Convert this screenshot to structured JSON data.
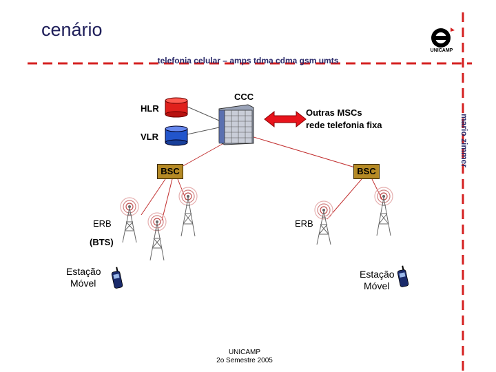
{
  "header": {
    "title": "cenário",
    "subtitle": "telefonia celular – amps tdma cdma gsm umts",
    "side_text": "mario zimmer",
    "logo_text": "UNICAMP"
  },
  "nodes": {
    "ccc": "CCC",
    "hlr": "HLR",
    "vlr": "VLR",
    "others_line1": "Outras MSCs",
    "others_line2": "rede telefonia fixa",
    "bsc_left": "BSC",
    "bsc_right": "BSC",
    "erb_left": "ERB",
    "erb_right": "ERB",
    "bts": "(BTS)",
    "mobile_left_line1": "Estação",
    "mobile_left_line2": "Móvel",
    "mobile_right_line1": "Estação",
    "mobile_right_line2": "Móvel"
  },
  "footer": {
    "line1": "UNICAMP",
    "line2": "2o Semestre 2005"
  },
  "colors": {
    "dashed_red": "#d42020",
    "hlr_red": "#e0201c",
    "vlr_blue": "#2255cc",
    "bsc_gold": "#b58a25",
    "arrow_red": "#e8141c",
    "title_navy": "#1f1f5a"
  },
  "icons": [
    "unicamp-logo",
    "database-cylinder-icon",
    "msc-server-icon",
    "double-arrow-icon",
    "antenna-tower-icon",
    "mobile-phone-icon"
  ]
}
